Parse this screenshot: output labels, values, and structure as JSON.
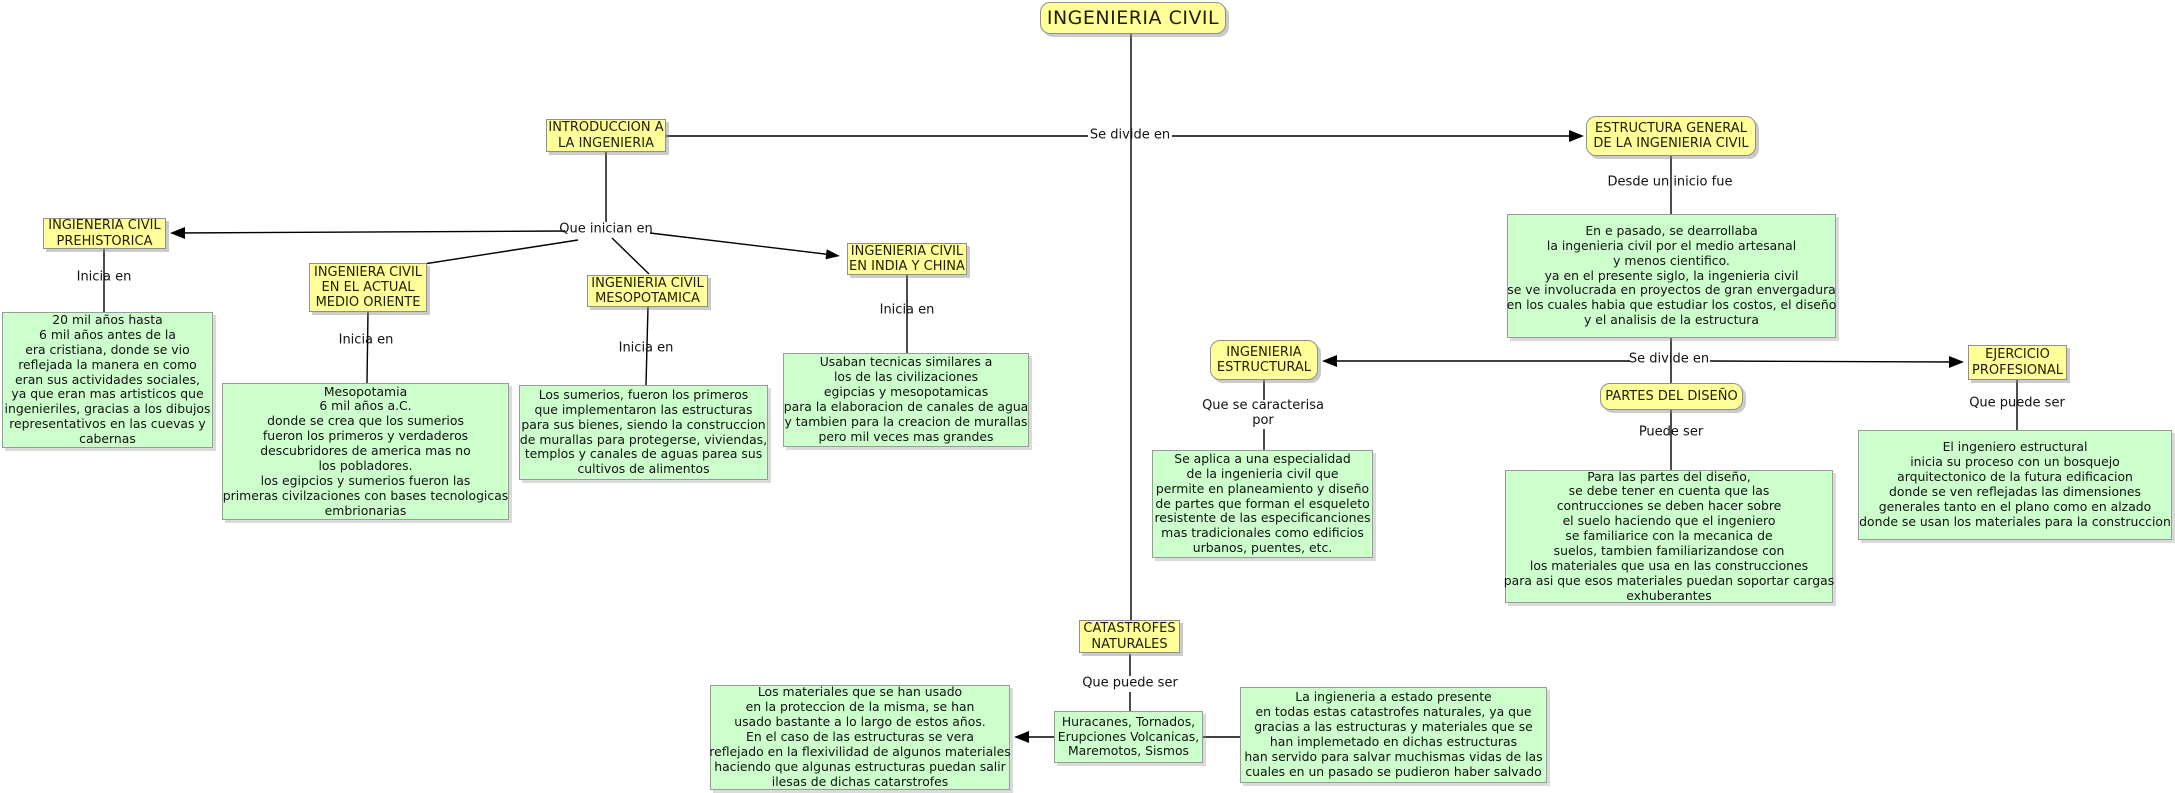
{
  "app": {
    "type": "concept-map",
    "topic": "INGENIERIA CIVIL"
  },
  "colors": {
    "concept_fill": "#ffff99",
    "description_fill": "#ccffcc",
    "box_border": "#8f8f8f",
    "line_color": "#000000",
    "background": "#ffffff"
  },
  "nodes": {
    "root": {
      "label": "INGENIERIA CIVIL"
    },
    "intro": {
      "label": "INTRODUCCION A\nLA INGENIERIA"
    },
    "estructura": {
      "label": "ESTRUCTURA GENERAL\nDE LA INGENIERIA CIVIL"
    },
    "prehistorica": {
      "label": "INGIENERIA CIVIL\nPREHISTORICA"
    },
    "medio_oriente": {
      "label": "INGENIERA CIVIL\nEN EL ACTUAL\nMEDIO ORIENTE"
    },
    "mesopotamica": {
      "label": "INGENIERIA CIVIL\nMESOPOTAMICA"
    },
    "india_china": {
      "label": "INGENIERIA CIVIL\nEN INDIA Y CHINA"
    },
    "estructural": {
      "label": "INGENIERIA\nESTRUCTURAL"
    },
    "partes": {
      "label": "PARTES DEL DISEÑO"
    },
    "ejercicio": {
      "label": "EJERCICIO\nPROFESIONAL"
    },
    "catastrofes": {
      "label": "CATASTROFES\nNATURALES"
    }
  },
  "descriptions": {
    "prehistorica_desc": {
      "text": "20 mil años hasta\n6 mil años antes de la\nera cristiana, donde se vio\nreflejada la manera en como\neran sus actividades sociales,\nya que eran mas artisticos que\ningenieriles, gracias a los dibujos\nrepresentativos en las cuevas y\ncabernas"
    },
    "medio_oriente_desc": {
      "text": "Mesopotamia\n6 mil años a.C.\ndonde se crea que los sumerios\nfueron los primeros y verdaderos\ndescubridores de america mas no\nlos pobladores.\nlos egipcios y sumerios fueron las\nprimeras civilzaciones con bases tecnologicas\nembrionarias"
    },
    "mesopotamica_desc": {
      "text": "Los sumerios, fueron los primeros\nque implementaron las estructuras\npara sus bienes, siendo la construccion\nde murallas para protegerse, viviendas,\ntemplos y canales de aguas parea sus\ncultivos de alimentos"
    },
    "india_china_desc": {
      "text": "Usaban tecnicas similares a\nlos de las civilizaciones\negipcias y mesopotamicas\npara la elaboracion de canales de agua\ny tambien para la creacion de murallas\npero mil veces mas grandes"
    },
    "estructura_desc": {
      "text": "En e pasado, se dearrollaba\nla ingenieria civil por el medio artesanal\ny menos cientifico.\nya en el presente siglo, la ingenieria civil\nse ve involucrada en proyectos de gran envergadura\nen los cuales habia que estudiar los costos, el diseño\ny el analisis de la estructura"
    },
    "estructural_desc": {
      "text": "Se aplica a una especialidad\nde la ingenieria civil que\npermite en planeamiento y diseño\nde partes que forman el esqueleto\nresistente de las especificanciones\nmas tradicionales como edificios\nurbanos, puentes, etc."
    },
    "partes_desc": {
      "text": "Para las partes del diseño,\nse debe tener en cuenta que las\ncontrucciones se deben hacer sobre\nel suelo haciendo que el ingeniero\nse familiarice con la mecanica de\nsuelos, tambien familiarizandose con\nlos materiales que usa en las construcciones\npara asi que esos materiales puedan soportar cargas\nexhuberantes"
    },
    "ejercicio_desc": {
      "text": "El ingeniero estructural\ninicia su proceso con un bosquejo\narquitectonico de la futura edificacion\ndonde se ven reflejadas las dimensiones\ngenerales tanto en el plano como en alzado\ndonde se usan los materiales para la construccion"
    },
    "huracanes": {
      "text": "Huracanes, Tornados,\nErupciones Volcanicas,\nMaremotos, Sismos"
    },
    "materiales": {
      "text": "Los materiales que se han usado\nen la proteccion de la misma, se han\nusado bastante a lo largo de estos años.\nEn el caso de las estructuras se vera\nreflejado en la flexivilidad de algunos materiales\nhaciendo que algunas estructuras puedan salir\nilesas de dichas catarstrofes"
    },
    "ingieneria_presente": {
      "text": "La ingieneria a estado presente\nen todas estas catastrofes naturales, ya que\ngracias a las estructuras y materiales que se\nhan implemetado en dichas estructuras\nhan servido para salvar muchismas vidas de las\ncuales en un pasado se pudieron haber salvado"
    }
  },
  "link_labels": {
    "se_divide_top": "Se divide en",
    "que_inician": "Que inician en",
    "inicia_prehistorica": "Inicia en",
    "inicia_medio_oriente": "Inicia en",
    "inicia_mesopotamica": "Inicia en",
    "inicia_india": "Inicia en",
    "desde_inicio": "Desde un inicio fue",
    "se_divide_mid": "Se divide en",
    "caracterisa": "Que se caracterisa\npor",
    "puede_ser": "Puede ser",
    "que_puede_ser_ejercicio": "Que puede ser",
    "que_puede_ser_catastrofes": "Que puede ser"
  }
}
